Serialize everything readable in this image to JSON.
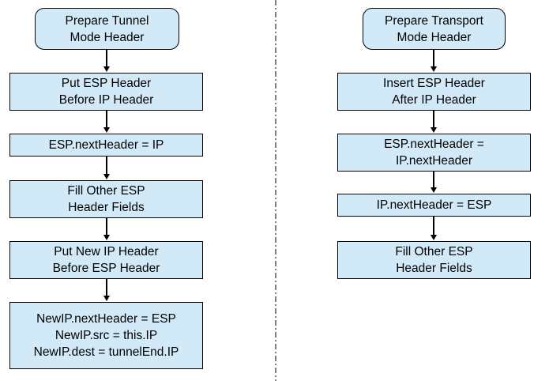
{
  "colors": {
    "node_fill": "#d2eaf8",
    "node_border": "#000000",
    "divider_line": "#808080",
    "arrow": "#000000"
  },
  "tunnel_chart": {
    "start": "Prepare Tunnel\nMode Header",
    "steps": [
      "Put ESP Header\nBefore IP Header",
      "ESP.nextHeader = IP",
      "Fill Other ESP\nHeader Fields",
      "Put New IP Header\nBefore ESP Header",
      "NewIP.nextHeader = ESP\nNewIP.src = this.IP\nNewIP.dest = tunnelEnd.IP"
    ]
  },
  "transport_chart": {
    "start": "Prepare Transport\nMode Header",
    "steps": [
      "Insert ESP Header\nAfter IP Header",
      "ESP.nextHeader =\nIP.nextHeader",
      "IP.nextHeader = ESP",
      "Fill Other ESP\nHeader Fields"
    ]
  }
}
